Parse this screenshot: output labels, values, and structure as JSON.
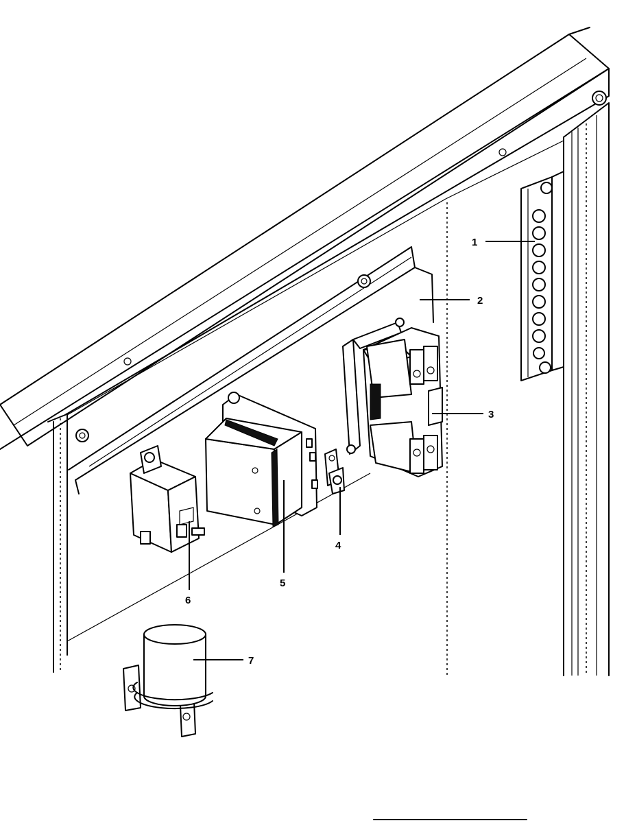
{
  "callouts": [
    {
      "id": "1",
      "label": "1",
      "part": "terminal-block"
    },
    {
      "id": "2",
      "label": "2",
      "part": "control-panel"
    },
    {
      "id": "3",
      "label": "3",
      "part": "contactor"
    },
    {
      "id": "4",
      "label": "4",
      "part": "ground-lug"
    },
    {
      "id": "5",
      "label": "5",
      "part": "transformer"
    },
    {
      "id": "6",
      "label": "6",
      "part": "relay"
    },
    {
      "id": "7",
      "label": "7",
      "part": "capacitor"
    }
  ]
}
